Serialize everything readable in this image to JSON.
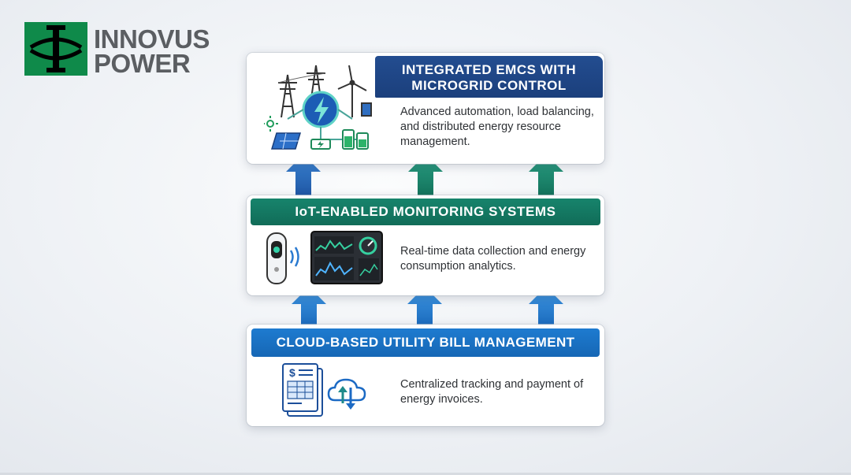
{
  "logo": {
    "line1": "INNOVUS",
    "line2": "POWER",
    "mark_color": "#0f8a4a"
  },
  "layers": [
    {
      "title_line1": "INTEGRATED EMCS WITH",
      "title_line2": "MICROGRID CONTROL",
      "description": "Advanced automation, load balancing, and distributed energy resource management.",
      "header_color": "#1f4586",
      "icon": "microgrid-icon"
    },
    {
      "title": "IoT-ENABLED MONITORING SYSTEMS",
      "description": "Real-time data collection and energy consumption analytics.",
      "header_color": "#147a63",
      "icon": "iot-monitoring-icon"
    },
    {
      "title": "CLOUD-BASED UTILITY BILL MANAGEMENT",
      "description": "Centralized tracking and payment of energy invoices.",
      "header_color": "#1b72c4",
      "icon": "cloud-bill-icon"
    }
  ],
  "arrow_colors": {
    "lower": "#1f78c8",
    "upper_blue": "#1f5fb0",
    "upper_green": "#17866c"
  }
}
